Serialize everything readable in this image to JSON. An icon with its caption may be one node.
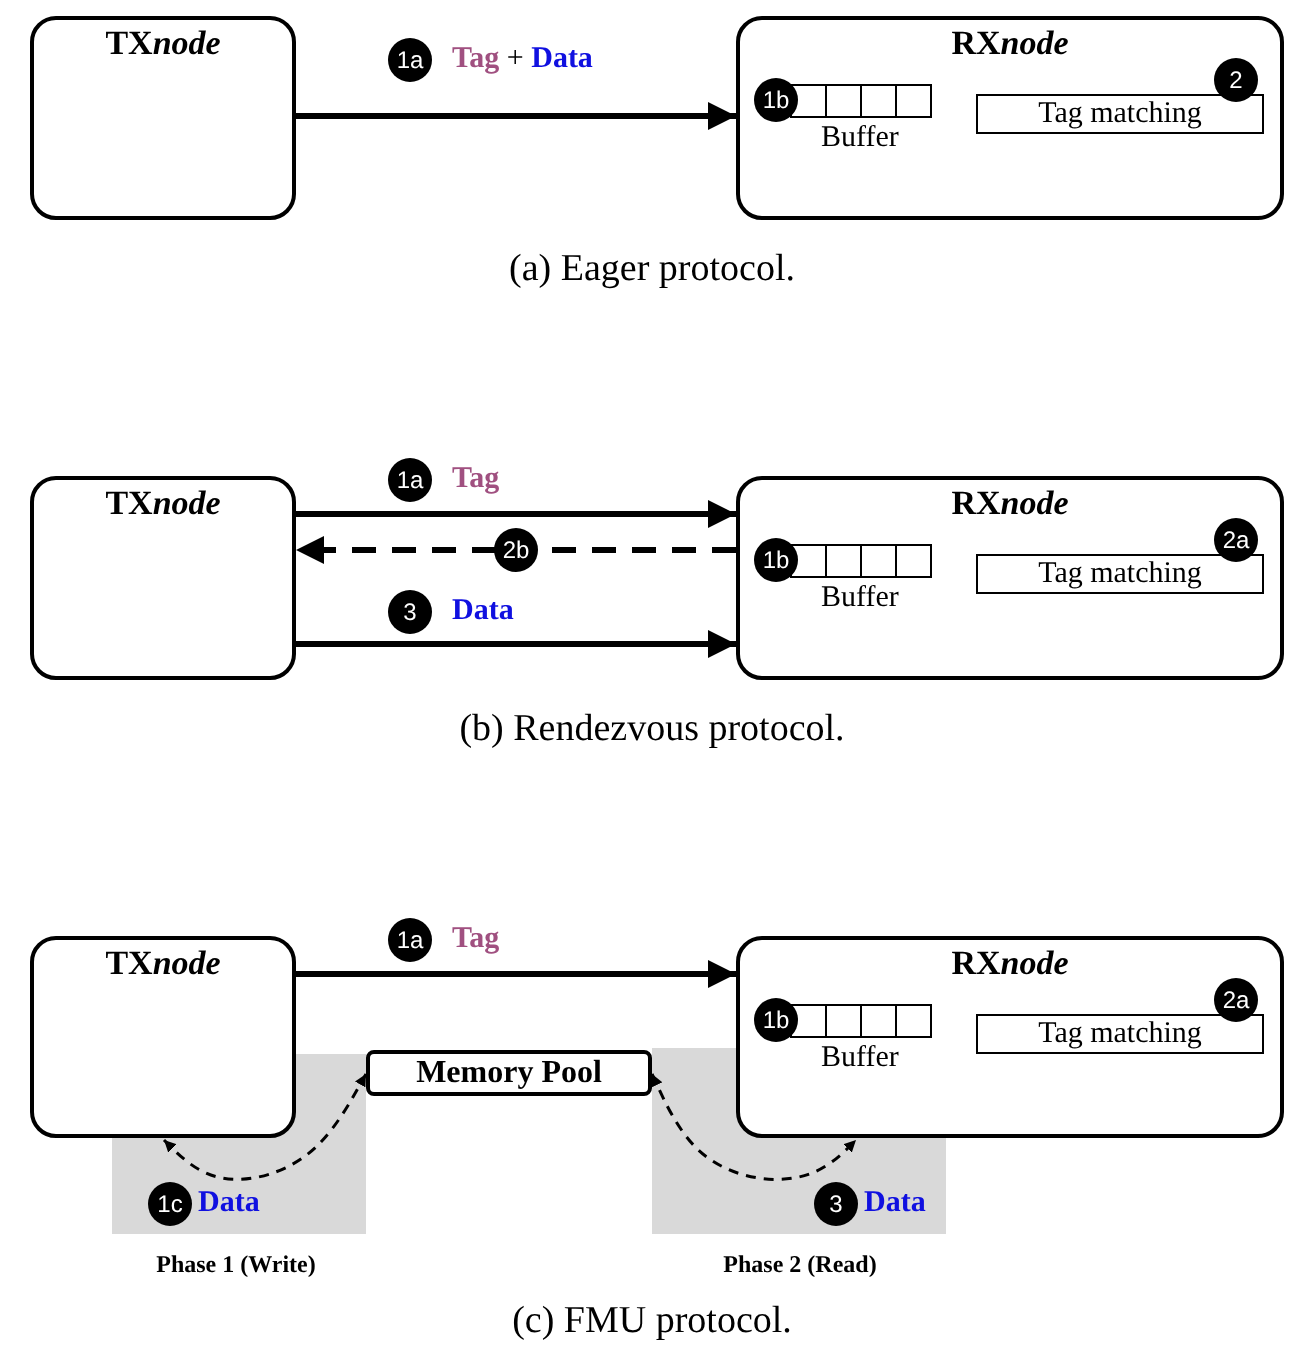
{
  "diagram": {
    "nodes": [
      {
        "text": [
          "TXnode"
        ]
      },
      {
        "text": [
          "RXnode"
        ]
      },
      {
        "text": [
          "Buffer"
        ],
        "in": 1
      },
      {
        "text": [
          "Tag matching"
        ],
        "in": 1
      },
      {
        "text": [
          "TXnode"
        ]
      },
      {
        "text": [
          "RXnode"
        ]
      },
      {
        "text": [
          "Buffer"
        ],
        "in": 5
      },
      {
        "text": [
          "Tag matching"
        ],
        "in": 5
      },
      {
        "text": [
          "TXnode"
        ]
      },
      {
        "text": [
          "RXnode"
        ]
      },
      {
        "text": [
          "Buffer"
        ],
        "in": 9
      },
      {
        "text": [
          "Tag matching"
        ],
        "in": 9
      },
      {
        "text": [
          "Memory Pool"
        ]
      }
    ],
    "edges": [
      {
        "from": 0,
        "to": 1,
        "arrow": "to",
        "label": "**Tag** + **Data**"
      },
      {
        "from": 4,
        "to": 5,
        "arrow": "to",
        "label": "Tag"
      },
      {
        "from": 5,
        "to": 4,
        "arrow": "to",
        "style": "dashed"
      },
      {
        "from": 4,
        "to": 5,
        "arrow": "to",
        "label": "Data"
      },
      {
        "from": 8,
        "to": 9,
        "arrow": "to",
        "label": "Tag"
      },
      {
        "from": 8,
        "to": 12,
        "arrow": "both",
        "style": "dashed",
        "label": "Data"
      },
      {
        "from": 12,
        "to": 9,
        "arrow": "both",
        "style": "dashed",
        "label": "Data"
      }
    ],
    "labels": [
      "1a",
      "1b",
      "2",
      "(a) Eager protocol.",
      "1a",
      "2b",
      "1b",
      "2a",
      "3",
      "(b) Rendezvous protocol.",
      "1a",
      "1b",
      "2a",
      "1c",
      "3",
      "Phase 1 (Write)",
      "Phase 2 (Read)",
      "(c) FMU protocol."
    ]
  }
}
